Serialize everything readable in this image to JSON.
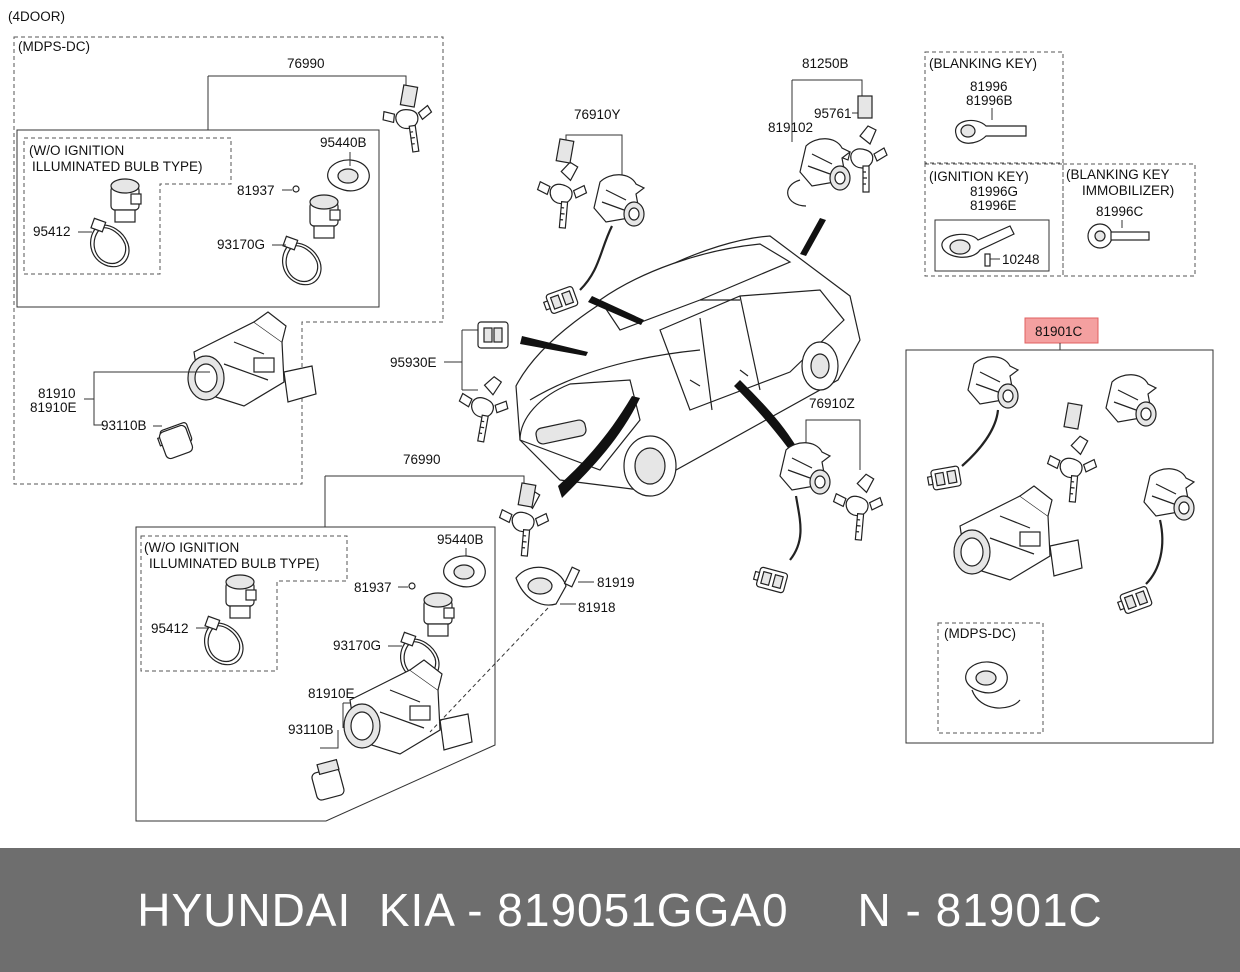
{
  "diagram": {
    "variant_label": "(4DOOR)",
    "group_mdps_dc_top": "(MDPS-DC)",
    "group_wo_ignition_top_line1": "(W/O IGNITION",
    "group_wo_ignition_top_line2": "ILLUMINATED BULB TYPE)",
    "group_wo_ignition_bottom_line1": "(W/O IGNITION",
    "group_wo_ignition_bottom_line2": "ILLUMINATED BULB TYPE)",
    "group_blanking_key": "(BLANKING KEY)",
    "group_ignition_key": "(IGNITION KEY)",
    "group_blanking_key_immobilizer_line1": "(BLANKING KEY",
    "group_blanking_key_immobilizer_line2": "IMMOBILIZER)",
    "group_mdps_dc_kit": "(MDPS-DC)",
    "part_labels": {
      "p76990_top": "76990",
      "p95440b_top": "95440B",
      "p81937_top": "81937",
      "p95412_top": "95412",
      "p93170g_top": "93170G",
      "p81910": "81910",
      "p81910e_top": "81910E",
      "p93110b_top": "93110B",
      "p76910y": "76910Y",
      "p81250b": "81250B",
      "p95761": "95761",
      "p819102": "819102",
      "p81996": "81996",
      "p81996b": "81996B",
      "p81996g": "81996G",
      "p81996e": "81996E",
      "p10248": "10248",
      "p81996c": "81996C",
      "p95930e": "95930E",
      "p76910z": "76910Z",
      "p81901c": "81901C",
      "p76990_bottom": "76990",
      "p95440b_bottom": "95440B",
      "p81937_bottom": "81937",
      "p95412_bottom": "95412",
      "p93170g_bottom": "93170G",
      "p81910e_bottom": "81910E",
      "p93110b_bottom": "93110B",
      "p81919": "81919",
      "p81918": "81918"
    },
    "highlight_color": "#f4a0a0"
  },
  "footer": {
    "text": "HYUNDAI  KIA - 819051GGA0     N - 81901C",
    "background": "#6e6e6e"
  }
}
